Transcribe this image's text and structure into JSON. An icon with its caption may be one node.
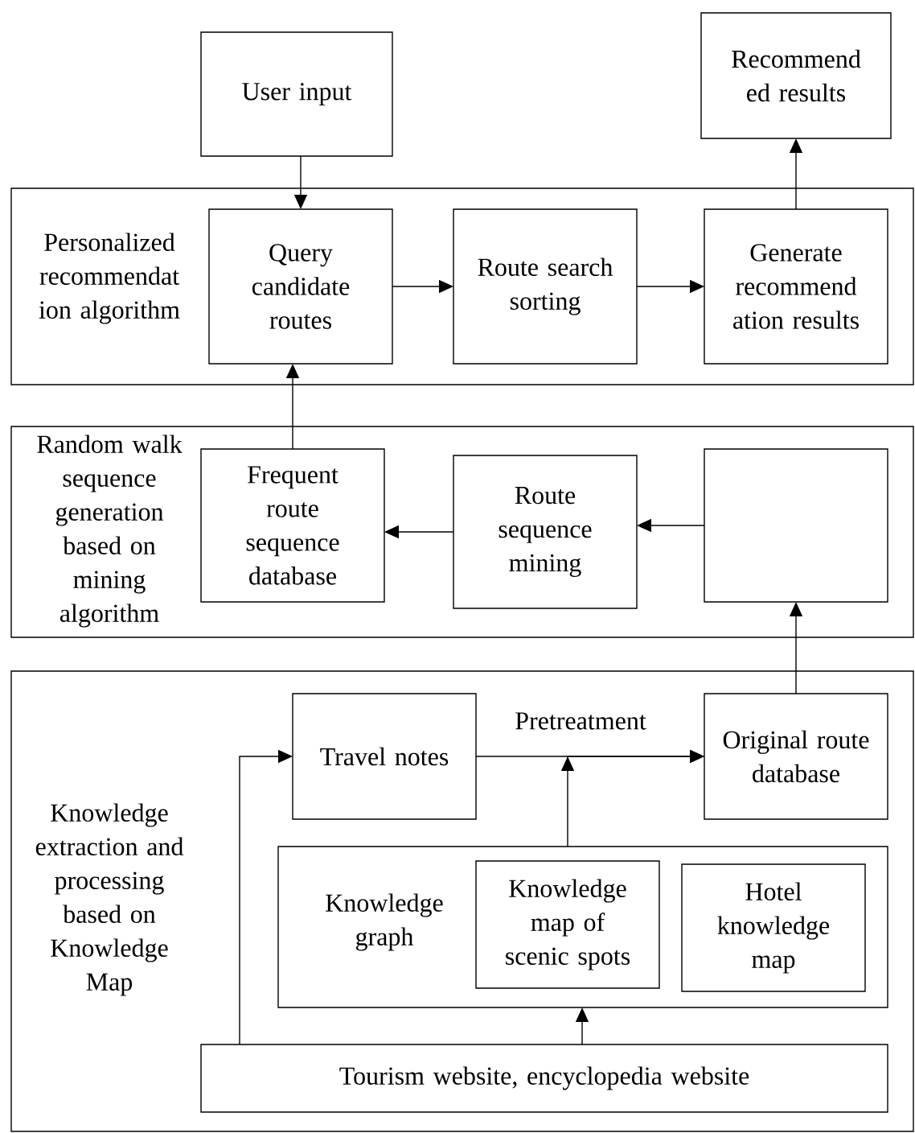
{
  "diagram": {
    "nodes": [
      {
        "text": [
          "User input"
        ]
      },
      {
        "text": [
          "Recommend ed results"
        ]
      },
      {
        "text": [
          "Personalized recommendat ion algorithm"
        ]
      },
      {
        "text": [
          "Query candidate routes"
        ],
        "in": 2
      },
      {
        "text": [
          "Route search sorting"
        ],
        "in": 2
      },
      {
        "text": [
          "Generate recommend ation results"
        ],
        "in": 2
      },
      {
        "text": [
          "Random walk sequence generation based on mining algorithm"
        ]
      },
      {
        "text": [
          "Frequent route sequence database"
        ],
        "in": 6
      },
      {
        "text": [
          "Route sequence mining"
        ],
        "in": 6
      },
      {
        "text": [],
        "shape": "box",
        "in": 6
      },
      {
        "text": [
          "Knowledge extraction and processing based on Knowledge Map"
        ]
      },
      {
        "text": [
          "Travel notes"
        ],
        "in": 10
      },
      {
        "text": [
          "Original route database"
        ],
        "in": 10
      },
      {
        "text": [
          "Knowledge graph"
        ],
        "in": 10
      },
      {
        "text": [
          "Knowledge map of scenic spots"
        ],
        "in": 13
      },
      {
        "text": [
          "Hotel knowledge map"
        ],
        "in": 13
      },
      {
        "text": [
          "Tourism website, encyclopedia website"
        ],
        "in": 10
      }
    ],
    "edges": [
      {
        "from": 0,
        "to": 3,
        "arrow": "to"
      },
      {
        "from": 3,
        "to": 4,
        "arrow": "to"
      },
      {
        "from": 4,
        "to": 5,
        "arrow": "to"
      },
      {
        "from": 5,
        "to": 1,
        "arrow": "to"
      },
      {
        "from": 7,
        "to": 3,
        "arrow": "to"
      },
      {
        "from": 8,
        "to": 7,
        "arrow": "to"
      },
      {
        "from": 9,
        "to": 8,
        "arrow": "to"
      },
      {
        "from": 12,
        "to": 9,
        "arrow": "to"
      },
      {
        "from": 11,
        "to": 12,
        "arrow": "to",
        "label": "Pretreatment"
      },
      {
        "from": 13,
        "to": 12,
        "arrow": "to"
      },
      {
        "from": 16,
        "to": 13,
        "arrow": "to"
      },
      {
        "from": 16,
        "to": 11,
        "arrow": "to"
      }
    ]
  }
}
